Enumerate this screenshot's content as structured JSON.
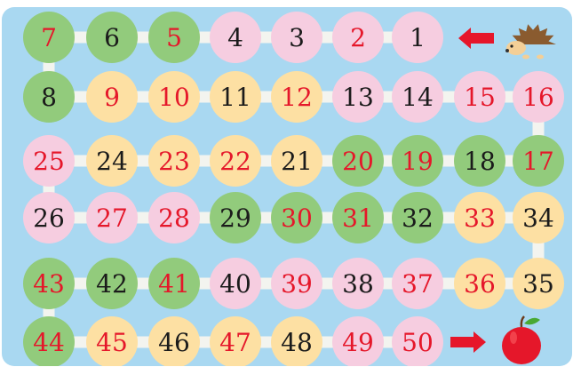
{
  "board": {
    "rows": [
      [
        {
          "n": "7",
          "bg": "green",
          "fg": "red"
        },
        {
          "n": "6",
          "bg": "green",
          "fg": "black"
        },
        {
          "n": "5",
          "bg": "green",
          "fg": "red"
        },
        {
          "n": "4",
          "bg": "pink",
          "fg": "black"
        },
        {
          "n": "3",
          "bg": "pink",
          "fg": "black"
        },
        {
          "n": "2",
          "bg": "pink",
          "fg": "red"
        },
        {
          "n": "1",
          "bg": "pink",
          "fg": "black"
        }
      ],
      [
        {
          "n": "8",
          "bg": "green",
          "fg": "black"
        },
        {
          "n": "9",
          "bg": "yellow",
          "fg": "red"
        },
        {
          "n": "10",
          "bg": "yellow",
          "fg": "red"
        },
        {
          "n": "11",
          "bg": "yellow",
          "fg": "black"
        },
        {
          "n": "12",
          "bg": "yellow",
          "fg": "red"
        },
        {
          "n": "13",
          "bg": "pink",
          "fg": "black"
        },
        {
          "n": "14",
          "bg": "pink",
          "fg": "black"
        },
        {
          "n": "15",
          "bg": "pink",
          "fg": "red"
        },
        {
          "n": "16",
          "bg": "pink",
          "fg": "red"
        }
      ],
      [
        {
          "n": "25",
          "bg": "pink",
          "fg": "red"
        },
        {
          "n": "24",
          "bg": "yellow",
          "fg": "black"
        },
        {
          "n": "23",
          "bg": "yellow",
          "fg": "red"
        },
        {
          "n": "22",
          "bg": "yellow",
          "fg": "red"
        },
        {
          "n": "21",
          "bg": "yellow",
          "fg": "black"
        },
        {
          "n": "20",
          "bg": "green",
          "fg": "red"
        },
        {
          "n": "19",
          "bg": "green",
          "fg": "red"
        },
        {
          "n": "18",
          "bg": "green",
          "fg": "black"
        },
        {
          "n": "17",
          "bg": "green",
          "fg": "red"
        }
      ],
      [
        {
          "n": "26",
          "bg": "pink",
          "fg": "black"
        },
        {
          "n": "27",
          "bg": "pink",
          "fg": "red"
        },
        {
          "n": "28",
          "bg": "pink",
          "fg": "red"
        },
        {
          "n": "29",
          "bg": "green",
          "fg": "black"
        },
        {
          "n": "30",
          "bg": "green",
          "fg": "red"
        },
        {
          "n": "31",
          "bg": "green",
          "fg": "red"
        },
        {
          "n": "32",
          "bg": "green",
          "fg": "black"
        },
        {
          "n": "33",
          "bg": "yellow",
          "fg": "red"
        },
        {
          "n": "34",
          "bg": "yellow",
          "fg": "black"
        }
      ],
      [
        {
          "n": "43",
          "bg": "green",
          "fg": "red"
        },
        {
          "n": "42",
          "bg": "green",
          "fg": "black"
        },
        {
          "n": "41",
          "bg": "green",
          "fg": "red"
        },
        {
          "n": "40",
          "bg": "pink",
          "fg": "black"
        },
        {
          "n": "39",
          "bg": "pink",
          "fg": "red"
        },
        {
          "n": "38",
          "bg": "pink",
          "fg": "black"
        },
        {
          "n": "37",
          "bg": "pink",
          "fg": "red"
        },
        {
          "n": "36",
          "bg": "yellow",
          "fg": "red"
        },
        {
          "n": "35",
          "bg": "yellow",
          "fg": "black"
        }
      ],
      [
        {
          "n": "44",
          "bg": "green",
          "fg": "red"
        },
        {
          "n": "45",
          "bg": "yellow",
          "fg": "red"
        },
        {
          "n": "46",
          "bg": "yellow",
          "fg": "black"
        },
        {
          "n": "47",
          "bg": "yellow",
          "fg": "red"
        },
        {
          "n": "48",
          "bg": "yellow",
          "fg": "black"
        },
        {
          "n": "49",
          "bg": "pink",
          "fg": "red"
        },
        {
          "n": "50",
          "bg": "pink",
          "fg": "red"
        }
      ]
    ],
    "start_icon": "hedgehog-icon",
    "finish_icon": "apple-icon",
    "arrow_icon": "arrow-icon"
  },
  "colors": {
    "board": "#a9d8f1",
    "path": "#f3f4ef",
    "green": "#92cb7c",
    "pink": "#f6cde0",
    "yellow": "#fde0a3",
    "red": "#e5172a",
    "black": "#1b1b1b",
    "arrow": "#e6162a",
    "apple": "#e5172a",
    "leaf": "#49a933",
    "hedgehog_spikes": "#8a5b2f",
    "hedgehog_face": "#f4cf97"
  }
}
